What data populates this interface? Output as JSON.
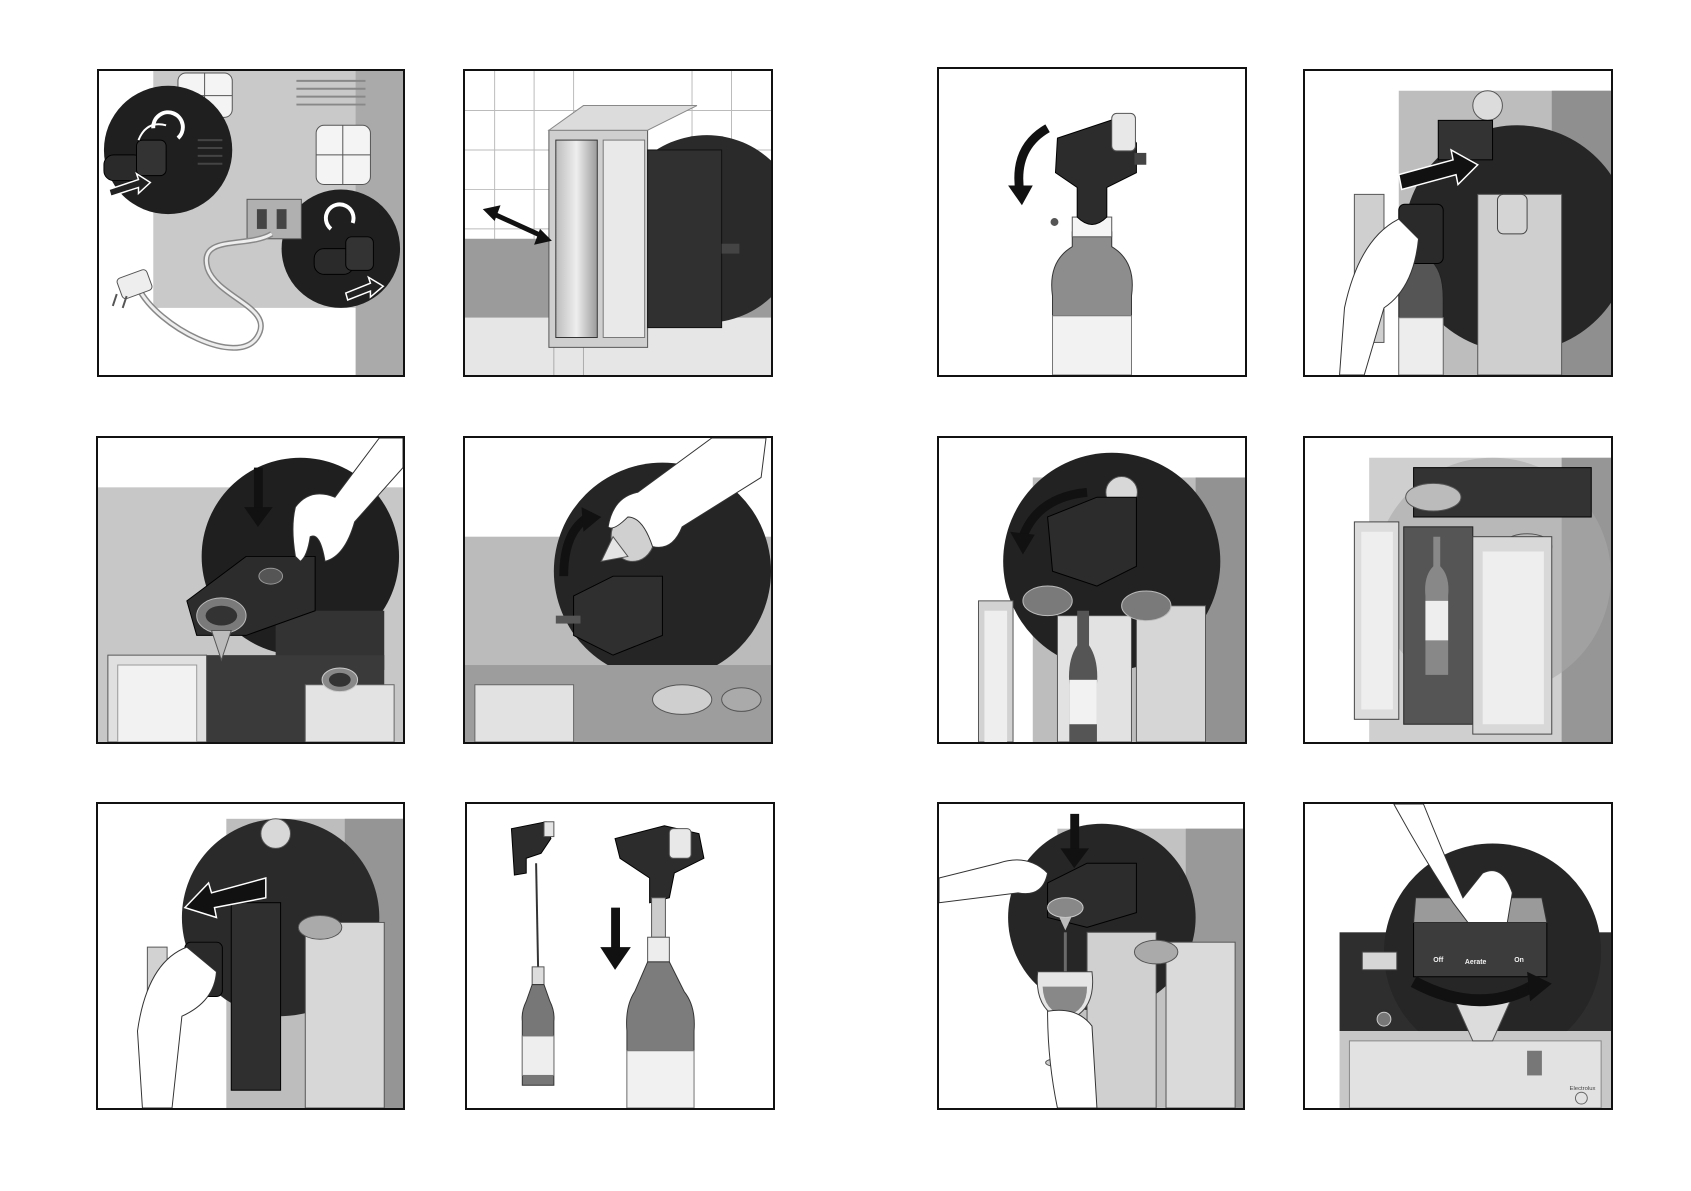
{
  "page": {
    "panels": [
      {
        "id": "p1",
        "icon": "wall-mounting-connector-icon",
        "description_ref": "connect-power-cord-and-fit-connectors"
      },
      {
        "id": "p2",
        "icon": "cabinet-placement-icon"
      },
      {
        "id": "p3",
        "icon": "bottle-head-attach-icon"
      },
      {
        "id": "p4",
        "icon": "slide-head-into-unit-icon"
      },
      {
        "id": "p5",
        "icon": "press-button-icon"
      },
      {
        "id": "p6",
        "icon": "rotate-cap-icon"
      },
      {
        "id": "p7",
        "icon": "rotate-lever-icon"
      },
      {
        "id": "p8",
        "icon": "closed-door-icon"
      },
      {
        "id": "p9",
        "icon": "remove-head-icon"
      },
      {
        "id": "p10",
        "icon": "insert-straw-icon"
      },
      {
        "id": "p11",
        "icon": "dispense-glass-icon"
      },
      {
        "id": "p12",
        "icon": "aerate-dial-icon"
      }
    ],
    "dial_labels": {
      "off": "Off",
      "aerate": "Aerate",
      "on": "On",
      "brand": "Electrolux"
    },
    "colors": {
      "frame": "#111111",
      "dark_circle": "#1e1e1e",
      "metal_light": "#d9d9d9",
      "metal_mid": "#9a9a9a"
    }
  }
}
